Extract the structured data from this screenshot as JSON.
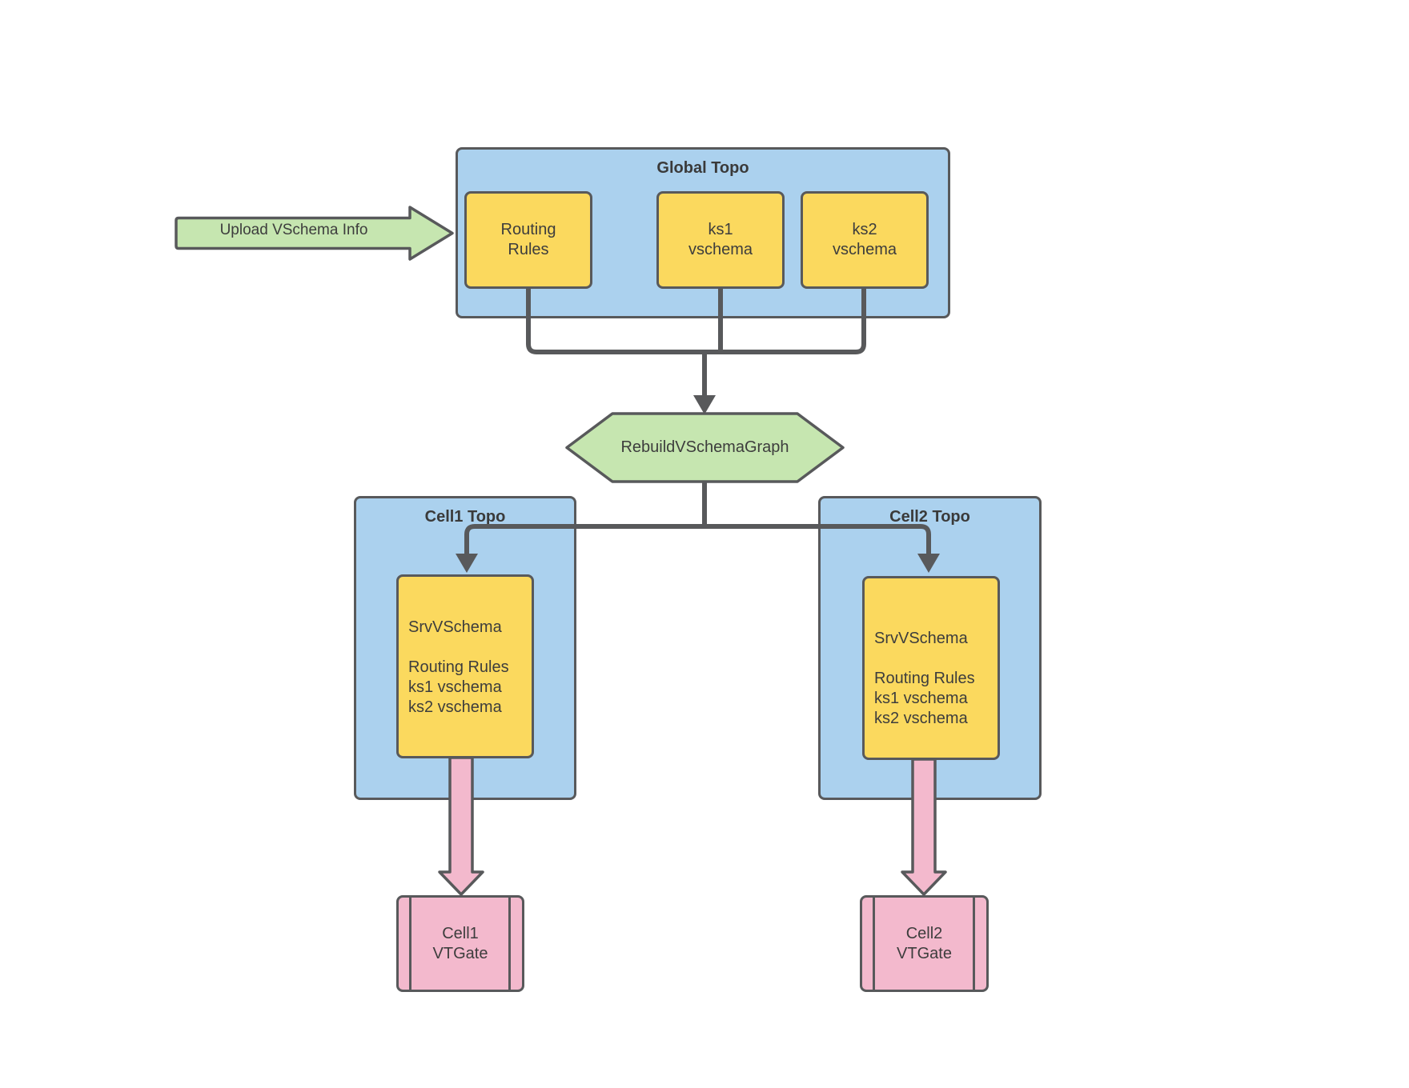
{
  "diagram": {
    "kind": "flowchart",
    "background": "#ffffff"
  },
  "colors": {
    "container_blue": "#abd1ee",
    "node_yellow": "#fbd95e",
    "process_green": "#c6e6b0",
    "vtgate_pink": "#f3b9cd",
    "border_gray": "#58595b",
    "text_gray": "#3d3d3d"
  },
  "upload_arrow": {
    "label": "Upload VSchema Info"
  },
  "global_topo": {
    "title": "Global Topo",
    "boxes": [
      {
        "label": "Routing\nRules"
      },
      {
        "label": "ks1\nvschema"
      },
      {
        "label": "ks2\nvschema"
      }
    ]
  },
  "rebuild_step": {
    "label": "RebuildVSchemaGraph"
  },
  "cells": [
    {
      "title": "Cell1 Topo",
      "srv_box": "SrvVSchema\n\nRouting Rules\nks1 vschema\nks2 vschema",
      "vtgate": "Cell1\nVTGate"
    },
    {
      "title": "Cell2 Topo",
      "srv_box": "SrvVSchema\n\nRouting Rules\nks1 vschema\nks2 vschema",
      "vtgate": "Cell2\nVTGate"
    }
  ]
}
